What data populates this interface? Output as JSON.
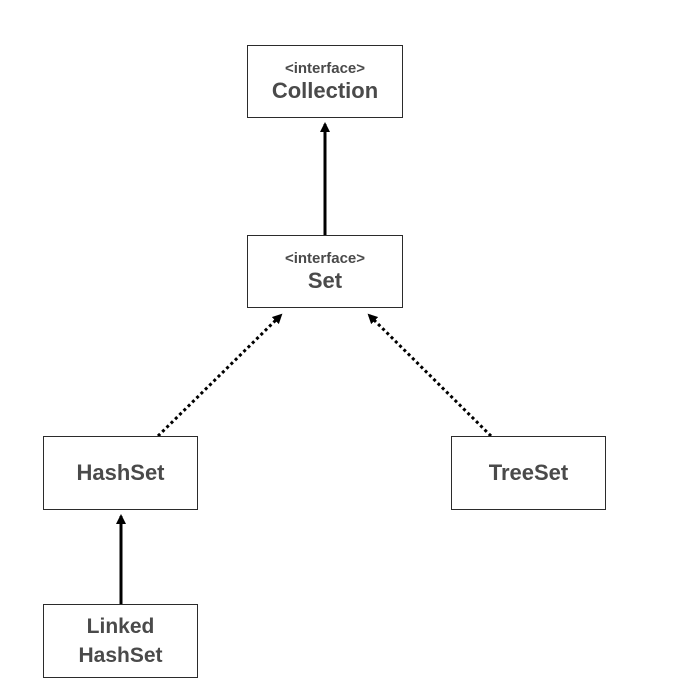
{
  "nodes": {
    "collection": {
      "stereotype": "<interface>",
      "name": "Collection"
    },
    "set": {
      "stereotype": "<interface>",
      "name": "Set"
    },
    "hashset": {
      "name": "HashSet"
    },
    "treeset": {
      "name": "TreeSet"
    },
    "linked_hashset": {
      "name_line1": "Linked",
      "name_line2": "HashSet"
    }
  },
  "edges": [
    {
      "from": "set",
      "to": "collection",
      "style": "solid"
    },
    {
      "from": "hashset",
      "to": "set",
      "style": "dotted"
    },
    {
      "from": "treeset",
      "to": "set",
      "style": "dotted"
    },
    {
      "from": "linked_hashset",
      "to": "hashset",
      "style": "solid"
    }
  ],
  "colors": {
    "stroke": "#000000",
    "border": "#2b2b2b",
    "text": "#4a4a4a"
  }
}
